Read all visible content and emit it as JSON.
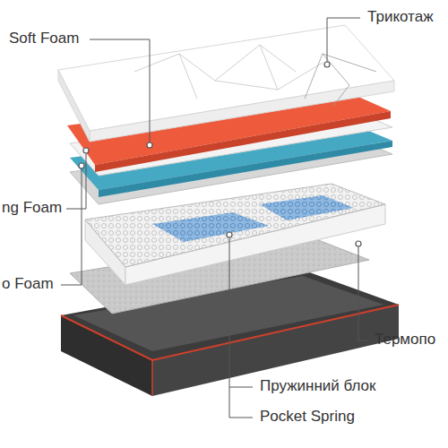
{
  "diagram": {
    "labels": [
      "Soft Foam",
      "Трикотаж",
      "ng Foam",
      "o Foam",
      "Термопо",
      "Пружинний блок",
      "Pocket Spring"
    ]
  }
}
